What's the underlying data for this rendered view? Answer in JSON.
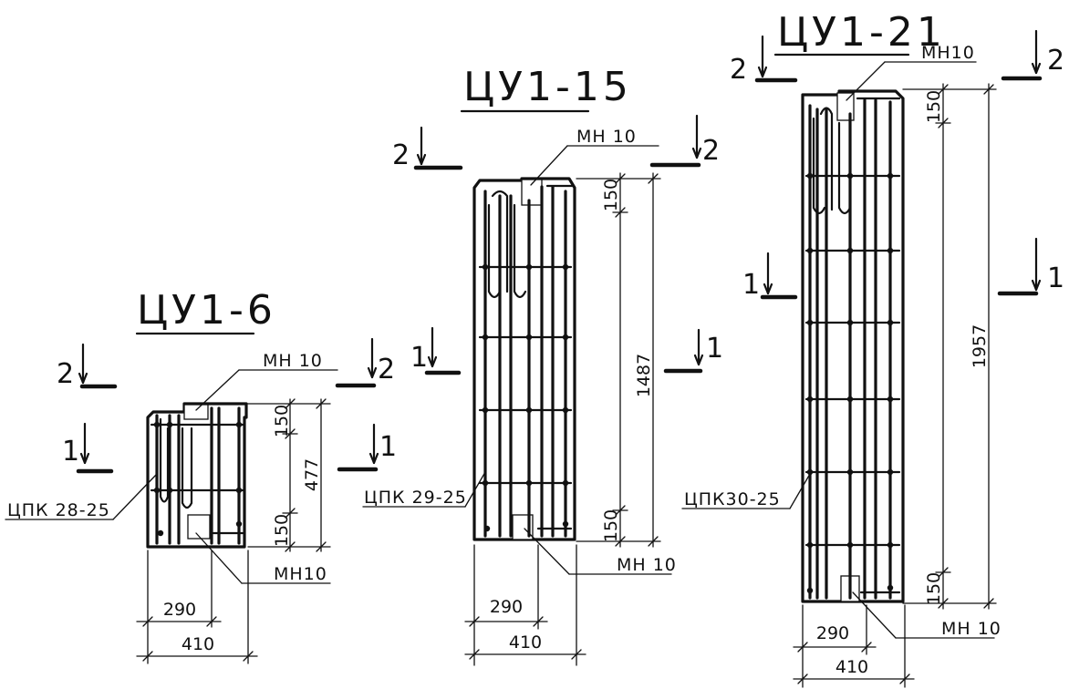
{
  "drawings": [
    {
      "title": "ЦУ1-6",
      "section_labels": {
        "top_left": "2",
        "top_right": "2",
        "mid_left": "1",
        "mid_right": "1"
      },
      "plate_top": "МН 10",
      "plate_bottom": "МН10",
      "frame": "ЦПК 28-25",
      "dims": {
        "top": "150",
        "bottom": "150",
        "height": "477",
        "inner_width": "290",
        "outer_width": "410"
      }
    },
    {
      "title": "ЦУ1-15",
      "section_labels": {
        "top_left": "2",
        "top_right": "2",
        "mid_left": "1",
        "mid_right": "1"
      },
      "plate_top": "МН 10",
      "plate_bottom": "МН 10",
      "frame": "ЦПК 29-25",
      "dims": {
        "top": "150",
        "bottom": "150",
        "height": "1487",
        "inner_width": "290",
        "outer_width": "410"
      }
    },
    {
      "title": "ЦУ1-21",
      "section_labels": {
        "top_left": "2",
        "top_right": "2",
        "mid_left": "1",
        "mid_right": "1"
      },
      "plate_top": "МН10",
      "plate_bottom": "МН 10",
      "frame": "ЦПК30-25",
      "dims": {
        "top": "150",
        "bottom": "150",
        "height": "1957",
        "inner_width": "290",
        "outer_width": "410"
      }
    }
  ]
}
